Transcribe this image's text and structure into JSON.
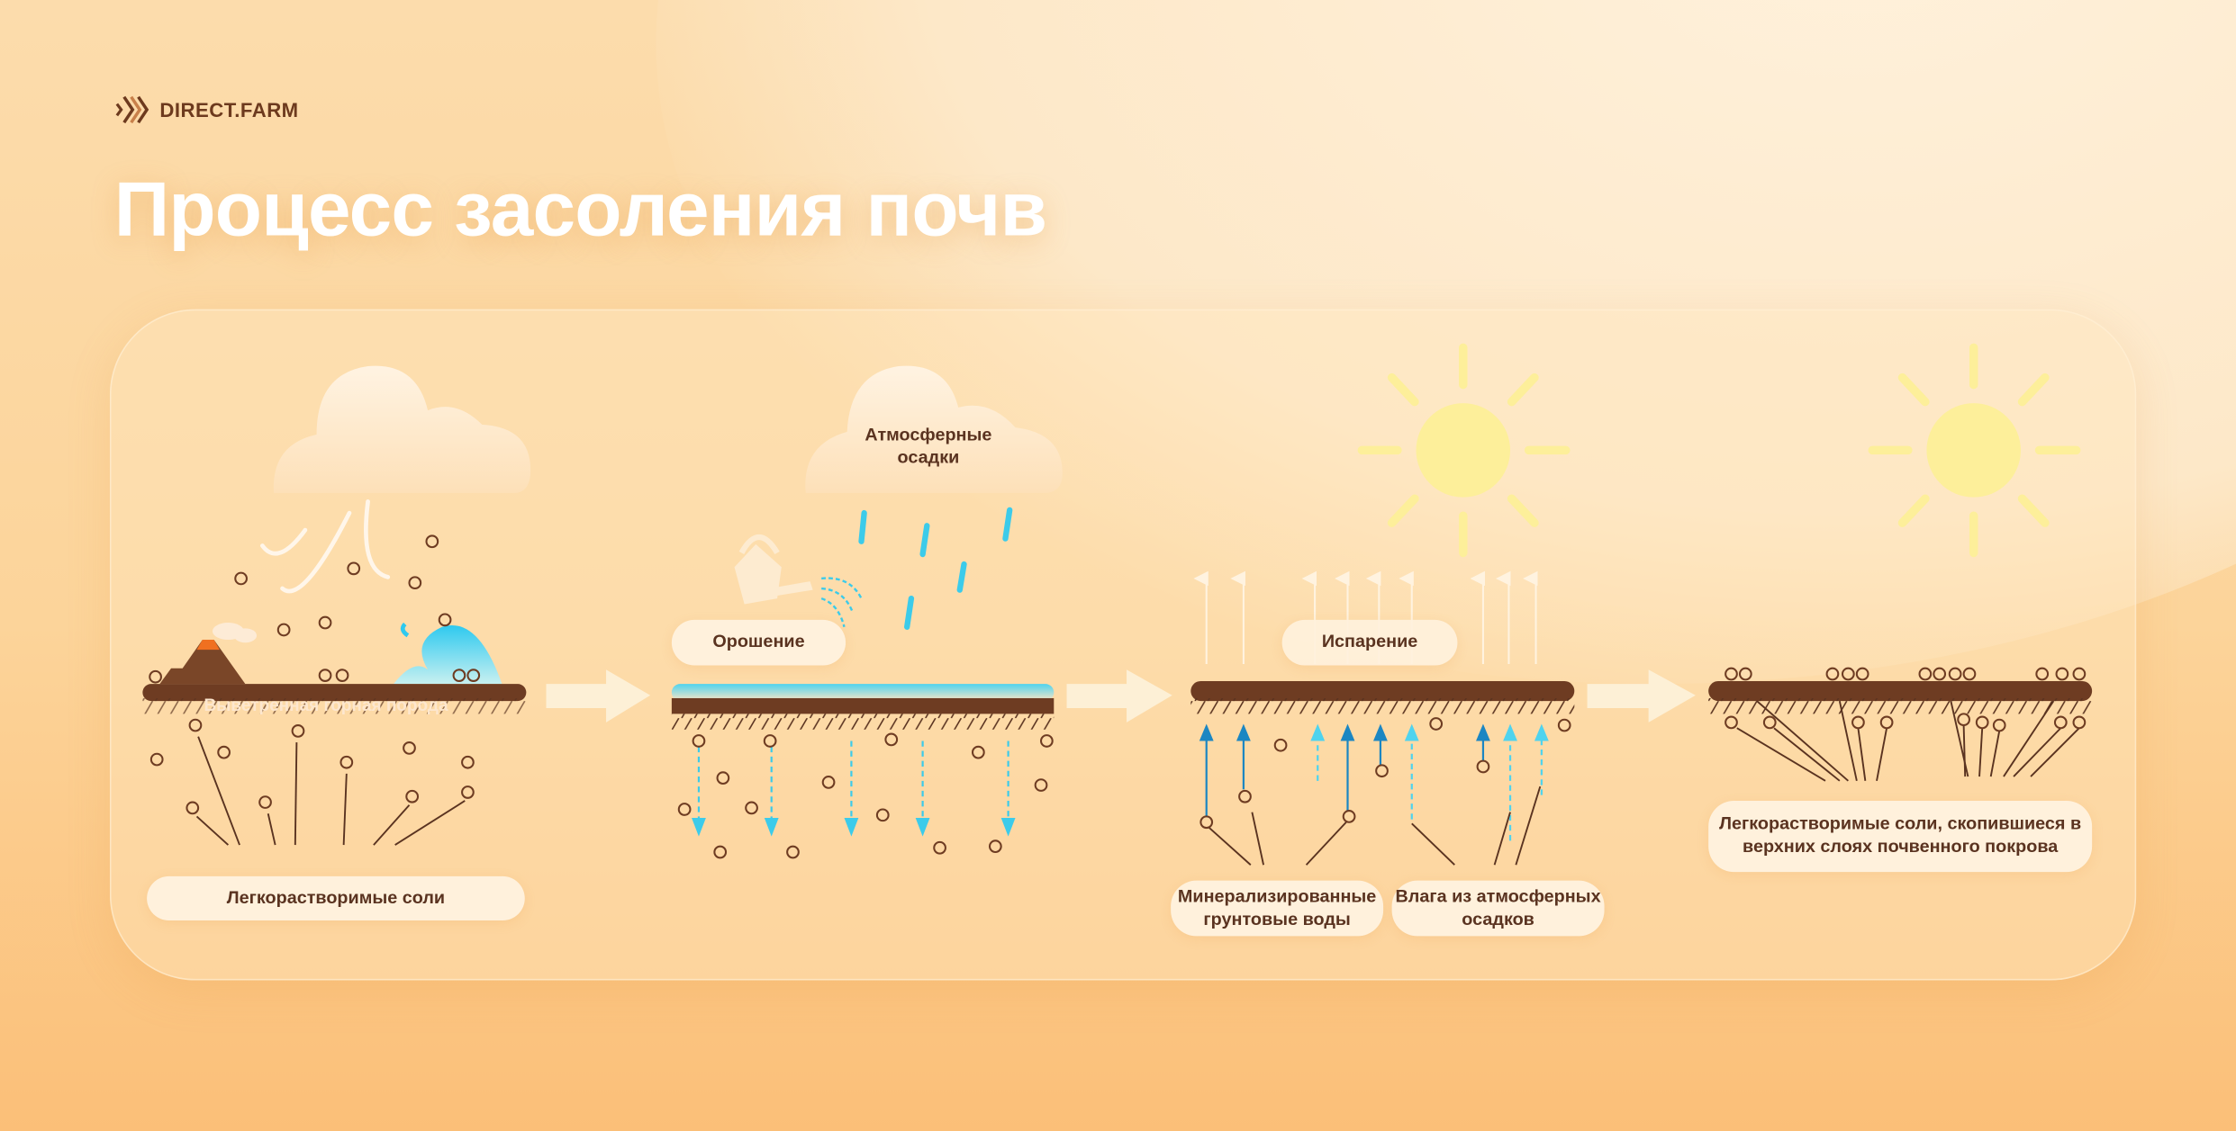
{
  "brand": {
    "name": "DIRECT.FARM"
  },
  "title": "Процесс засоления почв",
  "stages": [
    {
      "ground_label": "Выветренная горная порода",
      "label": "Легкорастворимые соли"
    },
    {
      "cloud_label": "Атмосферные осадки",
      "label": "Орошение"
    },
    {
      "label": "Испарение",
      "sources": [
        "Минерализированные грунтовые воды",
        "Влага из атмосферных осадков"
      ]
    },
    {
      "label": "Легкорастворимые соли, скопившиеся в верхних слоях почвенного покрова"
    }
  ],
  "colors": {
    "soil": "#6e3c22",
    "water": "#4fd3ee",
    "deep_water": "#1b86c2",
    "sun": "#fdef9a",
    "pill": "#fff1dc"
  }
}
